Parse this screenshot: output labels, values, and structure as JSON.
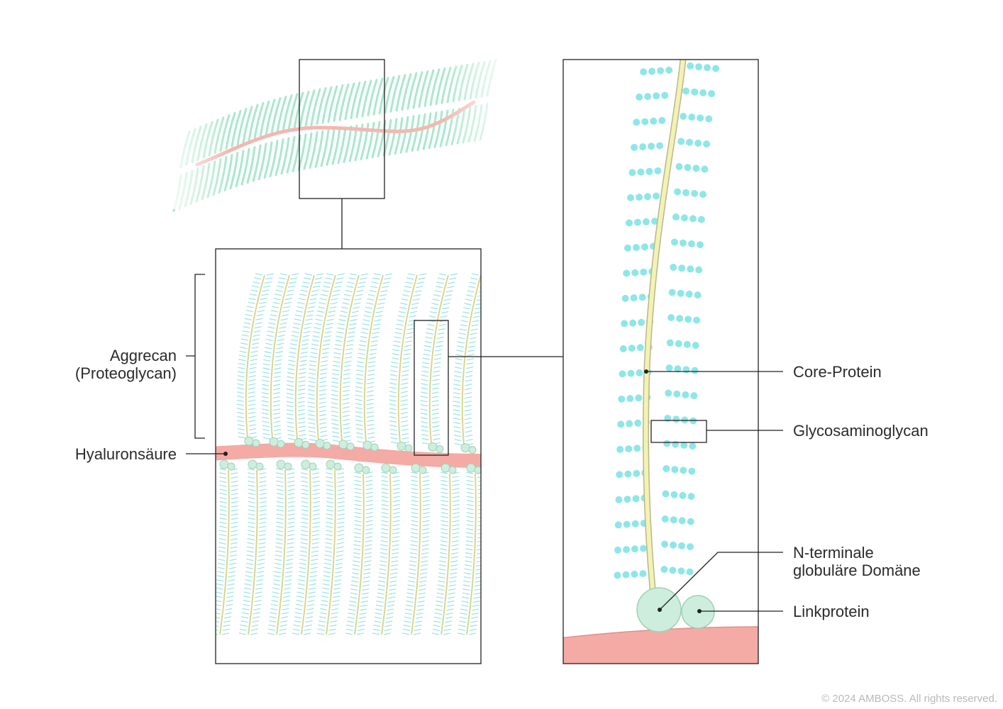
{
  "labels": {
    "aggrecan_line1": "Aggrecan",
    "aggrecan_line2": "(Proteoglycan)",
    "hyaluronsaeure": "Hyaluronsäure",
    "core_protein": "Core-Protein",
    "glycosaminoglycan": "Glycosaminoglycan",
    "n_terminal_line1": "N-terminale",
    "n_terminal_line2": "globuläre Domäne",
    "linkprotein": "Linkprotein"
  },
  "copyright": "© 2024 AMBOSS. All rights reserved.",
  "colors": {
    "hyaluronic_acid": "#f4aaa5",
    "glycosaminoglycan_dots": "#8ee6e8",
    "core_protein": "#f3f2b5",
    "globular_domain": "#cdeedd",
    "overview_bristles": "#a9e8cc",
    "frame": "#222222"
  }
}
